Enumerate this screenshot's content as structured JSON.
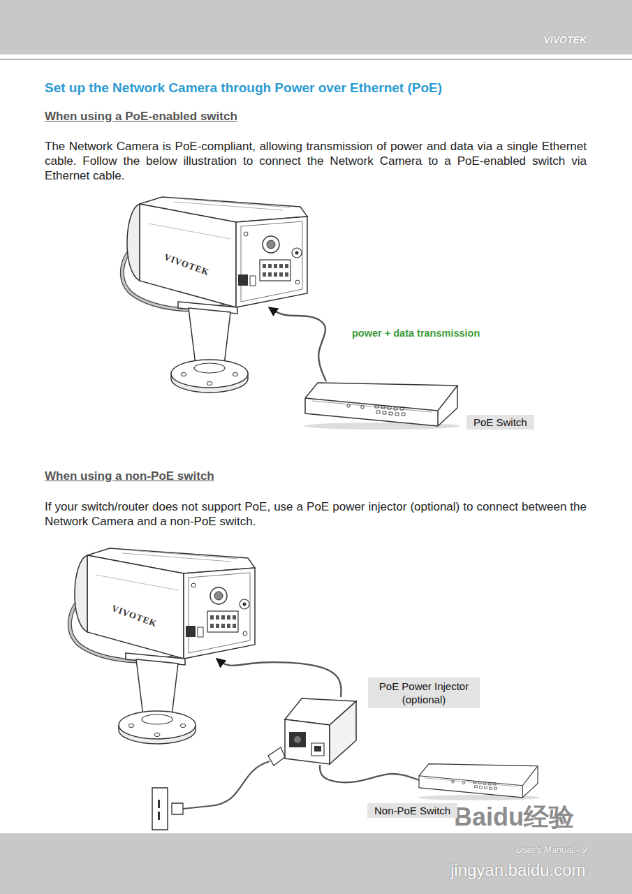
{
  "diagram": {
    "title": "Set up the Network Camera through Power over Ethernet (PoE)",
    "nodes": [
      {
        "text": [
          "VIVOTEK"
        ]
      },
      {
        "text": [
          "PoE Switch"
        ]
      },
      {
        "text": [
          "VIVOTEK"
        ]
      },
      {
        "text": [
          "PoE Power Injector (optional)"
        ]
      },
      {
        "text": [
          "Non-PoE Switch"
        ]
      }
    ],
    "edges": [
      {
        "from": 1,
        "to": 0,
        "arrow": "to",
        "label": "power + data transmission"
      },
      {
        "from": 3,
        "to": 2,
        "arrow": "to"
      },
      {
        "from": 4,
        "to": 3,
        "arrow": "none"
      }
    ],
    "labels": [
      "VIVOTEK",
      "When using a PoE-enabled switch",
      "The Network Camera is PoE-compliant, allowing transmission of power and data via a single Ethernet cable. Follow the below illustration to connect the Network Camera to a PoE-enabled switch via Ethernet cable.",
      "When using a non-PoE switch",
      "If your switch/router does not support PoE, use a PoE power injector (optional) to connect between the Network Camera and a non-PoE switch.",
      "Baidu经验",
      "User's Manual - 9",
      "jingyan.baidu.com"
    ]
  }
}
